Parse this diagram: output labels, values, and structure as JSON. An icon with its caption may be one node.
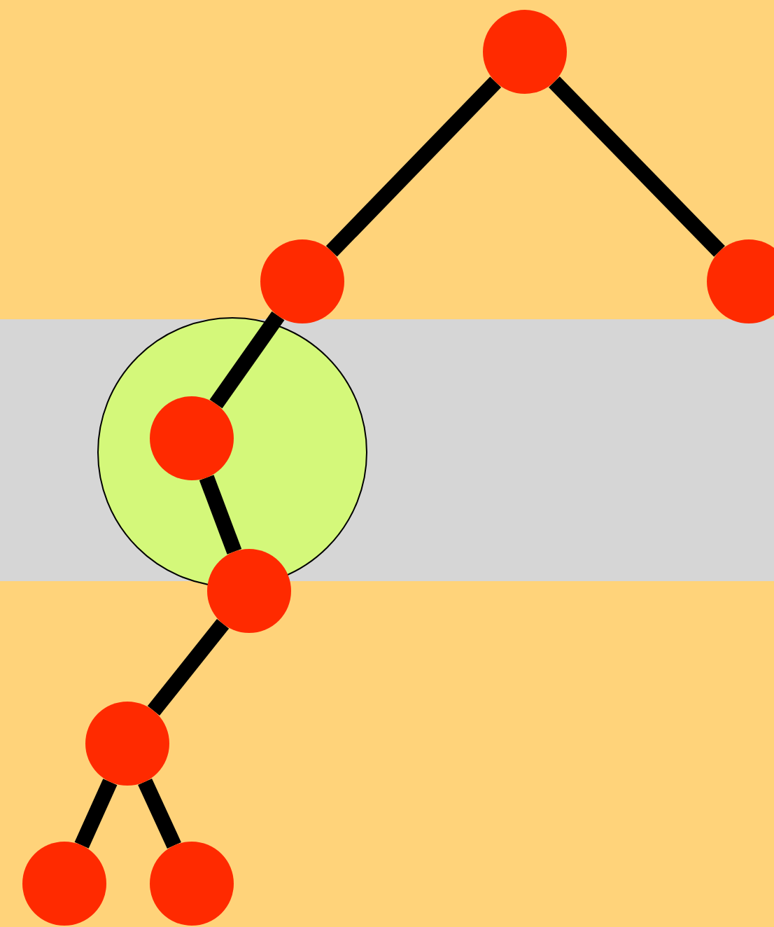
{
  "diagram": {
    "nodes": [
      {
        "text": [],
        "shape": "circle"
      },
      {
        "text": [],
        "shape": "circle"
      },
      {
        "text": [],
        "shape": "circle"
      },
      {
        "text": [],
        "shape": "circle"
      },
      {
        "text": [],
        "shape": "circle"
      },
      {
        "text": [],
        "shape": "circle"
      },
      {
        "text": [],
        "shape": "circle"
      },
      {
        "text": [],
        "shape": "circle"
      }
    ],
    "edges": [
      {
        "from": 0,
        "to": 1,
        "arrow": "none"
      },
      {
        "from": 0,
        "to": 2,
        "arrow": "none"
      },
      {
        "from": 1,
        "to": 3,
        "arrow": "none"
      },
      {
        "from": 3,
        "to": 4,
        "arrow": "none"
      },
      {
        "from": 4,
        "to": 5,
        "arrow": "none"
      },
      {
        "from": 5,
        "to": 6,
        "arrow": "none"
      },
      {
        "from": 5,
        "to": 7,
        "arrow": "none"
      }
    ]
  }
}
